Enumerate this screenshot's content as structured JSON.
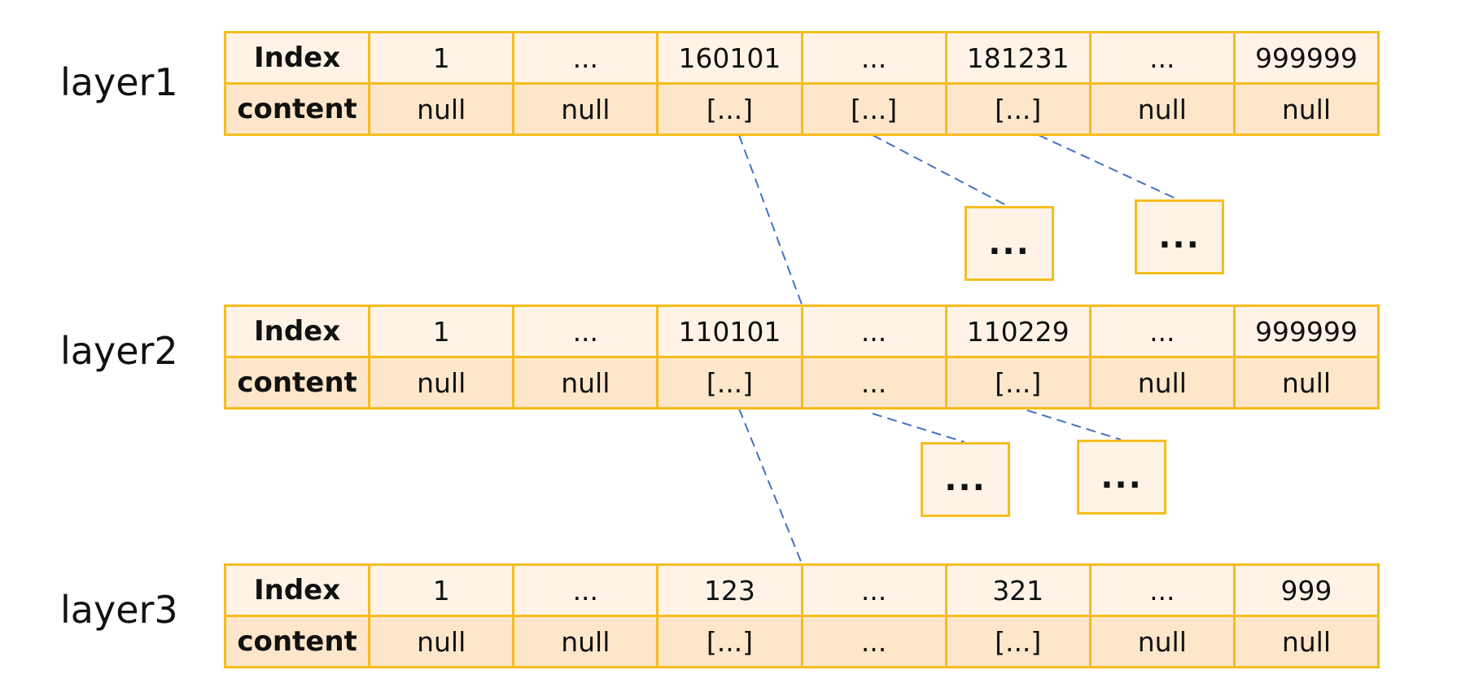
{
  "layers": [
    {
      "label": "layer1",
      "index_header": "Index",
      "content_header": "content",
      "index": [
        "1",
        "...",
        "160101",
        "...",
        "181231",
        "...",
        "999999"
      ],
      "content": [
        "null",
        "null",
        "[...]",
        "[...]",
        "[...]",
        "null",
        "null"
      ]
    },
    {
      "label": "layer2",
      "index_header": "Index",
      "content_header": "content",
      "index": [
        "1",
        "...",
        "110101",
        "...",
        "110229",
        "...",
        "999999"
      ],
      "content": [
        "null",
        "null",
        "[...]",
        "...",
        "[...]",
        "null",
        "null"
      ]
    },
    {
      "label": "layer3",
      "index_header": "Index",
      "content_header": "content",
      "index": [
        "1",
        "...",
        "123",
        "...",
        "321",
        "...",
        "999"
      ],
      "content": [
        "null",
        "null",
        "[...]",
        "...",
        "[...]",
        "null",
        "null"
      ]
    }
  ],
  "child_nodes": [
    "...",
    "...",
    "...",
    "..."
  ],
  "colors": {
    "border": "#f5bd1e",
    "index_row_fill": "#fef3e6",
    "content_row_fill": "#fde6c9",
    "link_line": "#4472c4"
  }
}
